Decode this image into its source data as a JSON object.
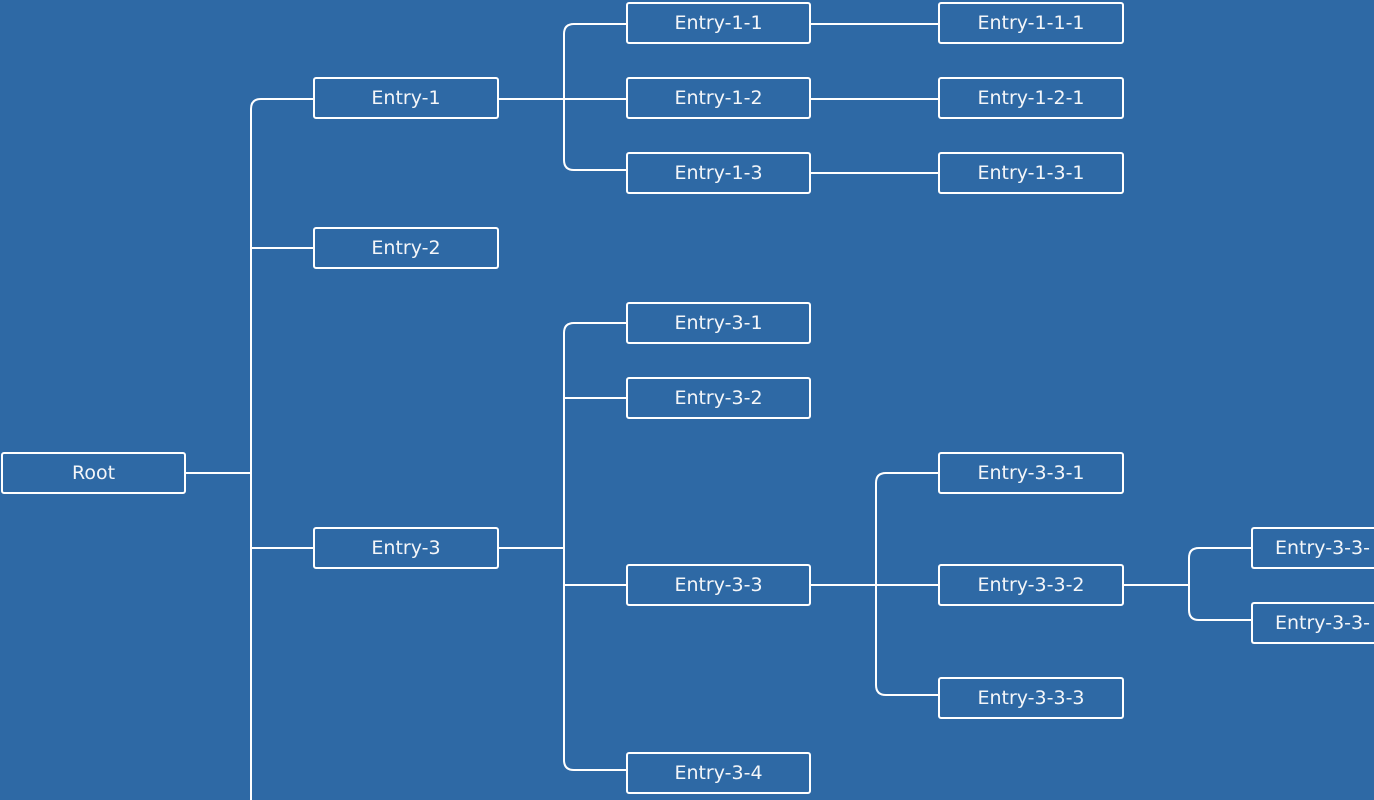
{
  "colors": {
    "background": "#2e69a5",
    "node_border": "#ffffff",
    "node_text": "#f4f6f9",
    "connector": "#ffffff"
  },
  "tree": {
    "root": "Root",
    "entry_1": "Entry-1",
    "entry_1_1": "Entry-1-1",
    "entry_1_1_1": "Entry-1-1-1",
    "entry_1_2": "Entry-1-2",
    "entry_1_2_1": "Entry-1-2-1",
    "entry_1_3": "Entry-1-3",
    "entry_1_3_1": "Entry-1-3-1",
    "entry_2": "Entry-2",
    "entry_3": "Entry-3",
    "entry_3_1": "Entry-3-1",
    "entry_3_2": "Entry-3-2",
    "entry_3_3": "Entry-3-3",
    "entry_3_3_1": "Entry-3-3-1",
    "entry_3_3_2": "Entry-3-3-2",
    "entry_3_3_2_1": "Entry-3-3-",
    "entry_3_3_2_2": "Entry-3-3-",
    "entry_3_3_3": "Entry-3-3-3",
    "entry_3_4": "Entry-3-4"
  }
}
